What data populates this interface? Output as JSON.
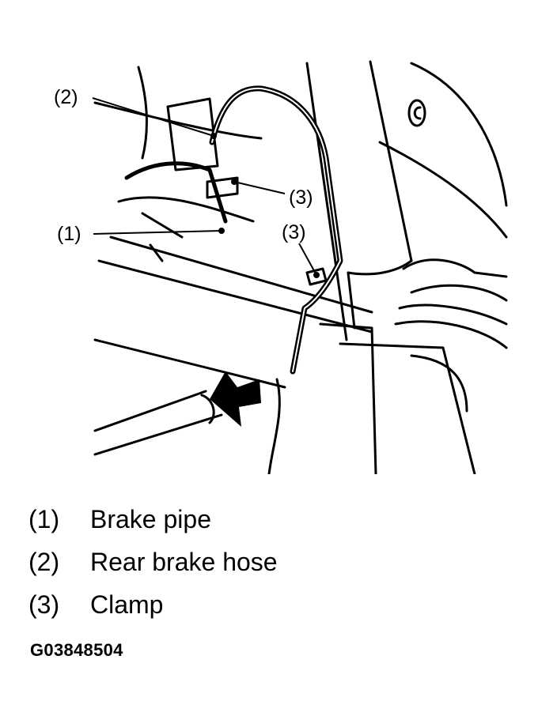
{
  "figure": {
    "callouts": [
      {
        "id": "2",
        "text": "(2)"
      },
      {
        "id": "3a",
        "text": "(3)"
      },
      {
        "id": "1",
        "text": "(1)"
      },
      {
        "id": "3b",
        "text": "(3)"
      }
    ],
    "legend": [
      {
        "num": "(1)",
        "label": "Brake pipe"
      },
      {
        "num": "(2)",
        "label": "Rear brake hose"
      },
      {
        "num": "(3)",
        "label": "Clamp"
      }
    ],
    "figure_id": "G03848504"
  }
}
